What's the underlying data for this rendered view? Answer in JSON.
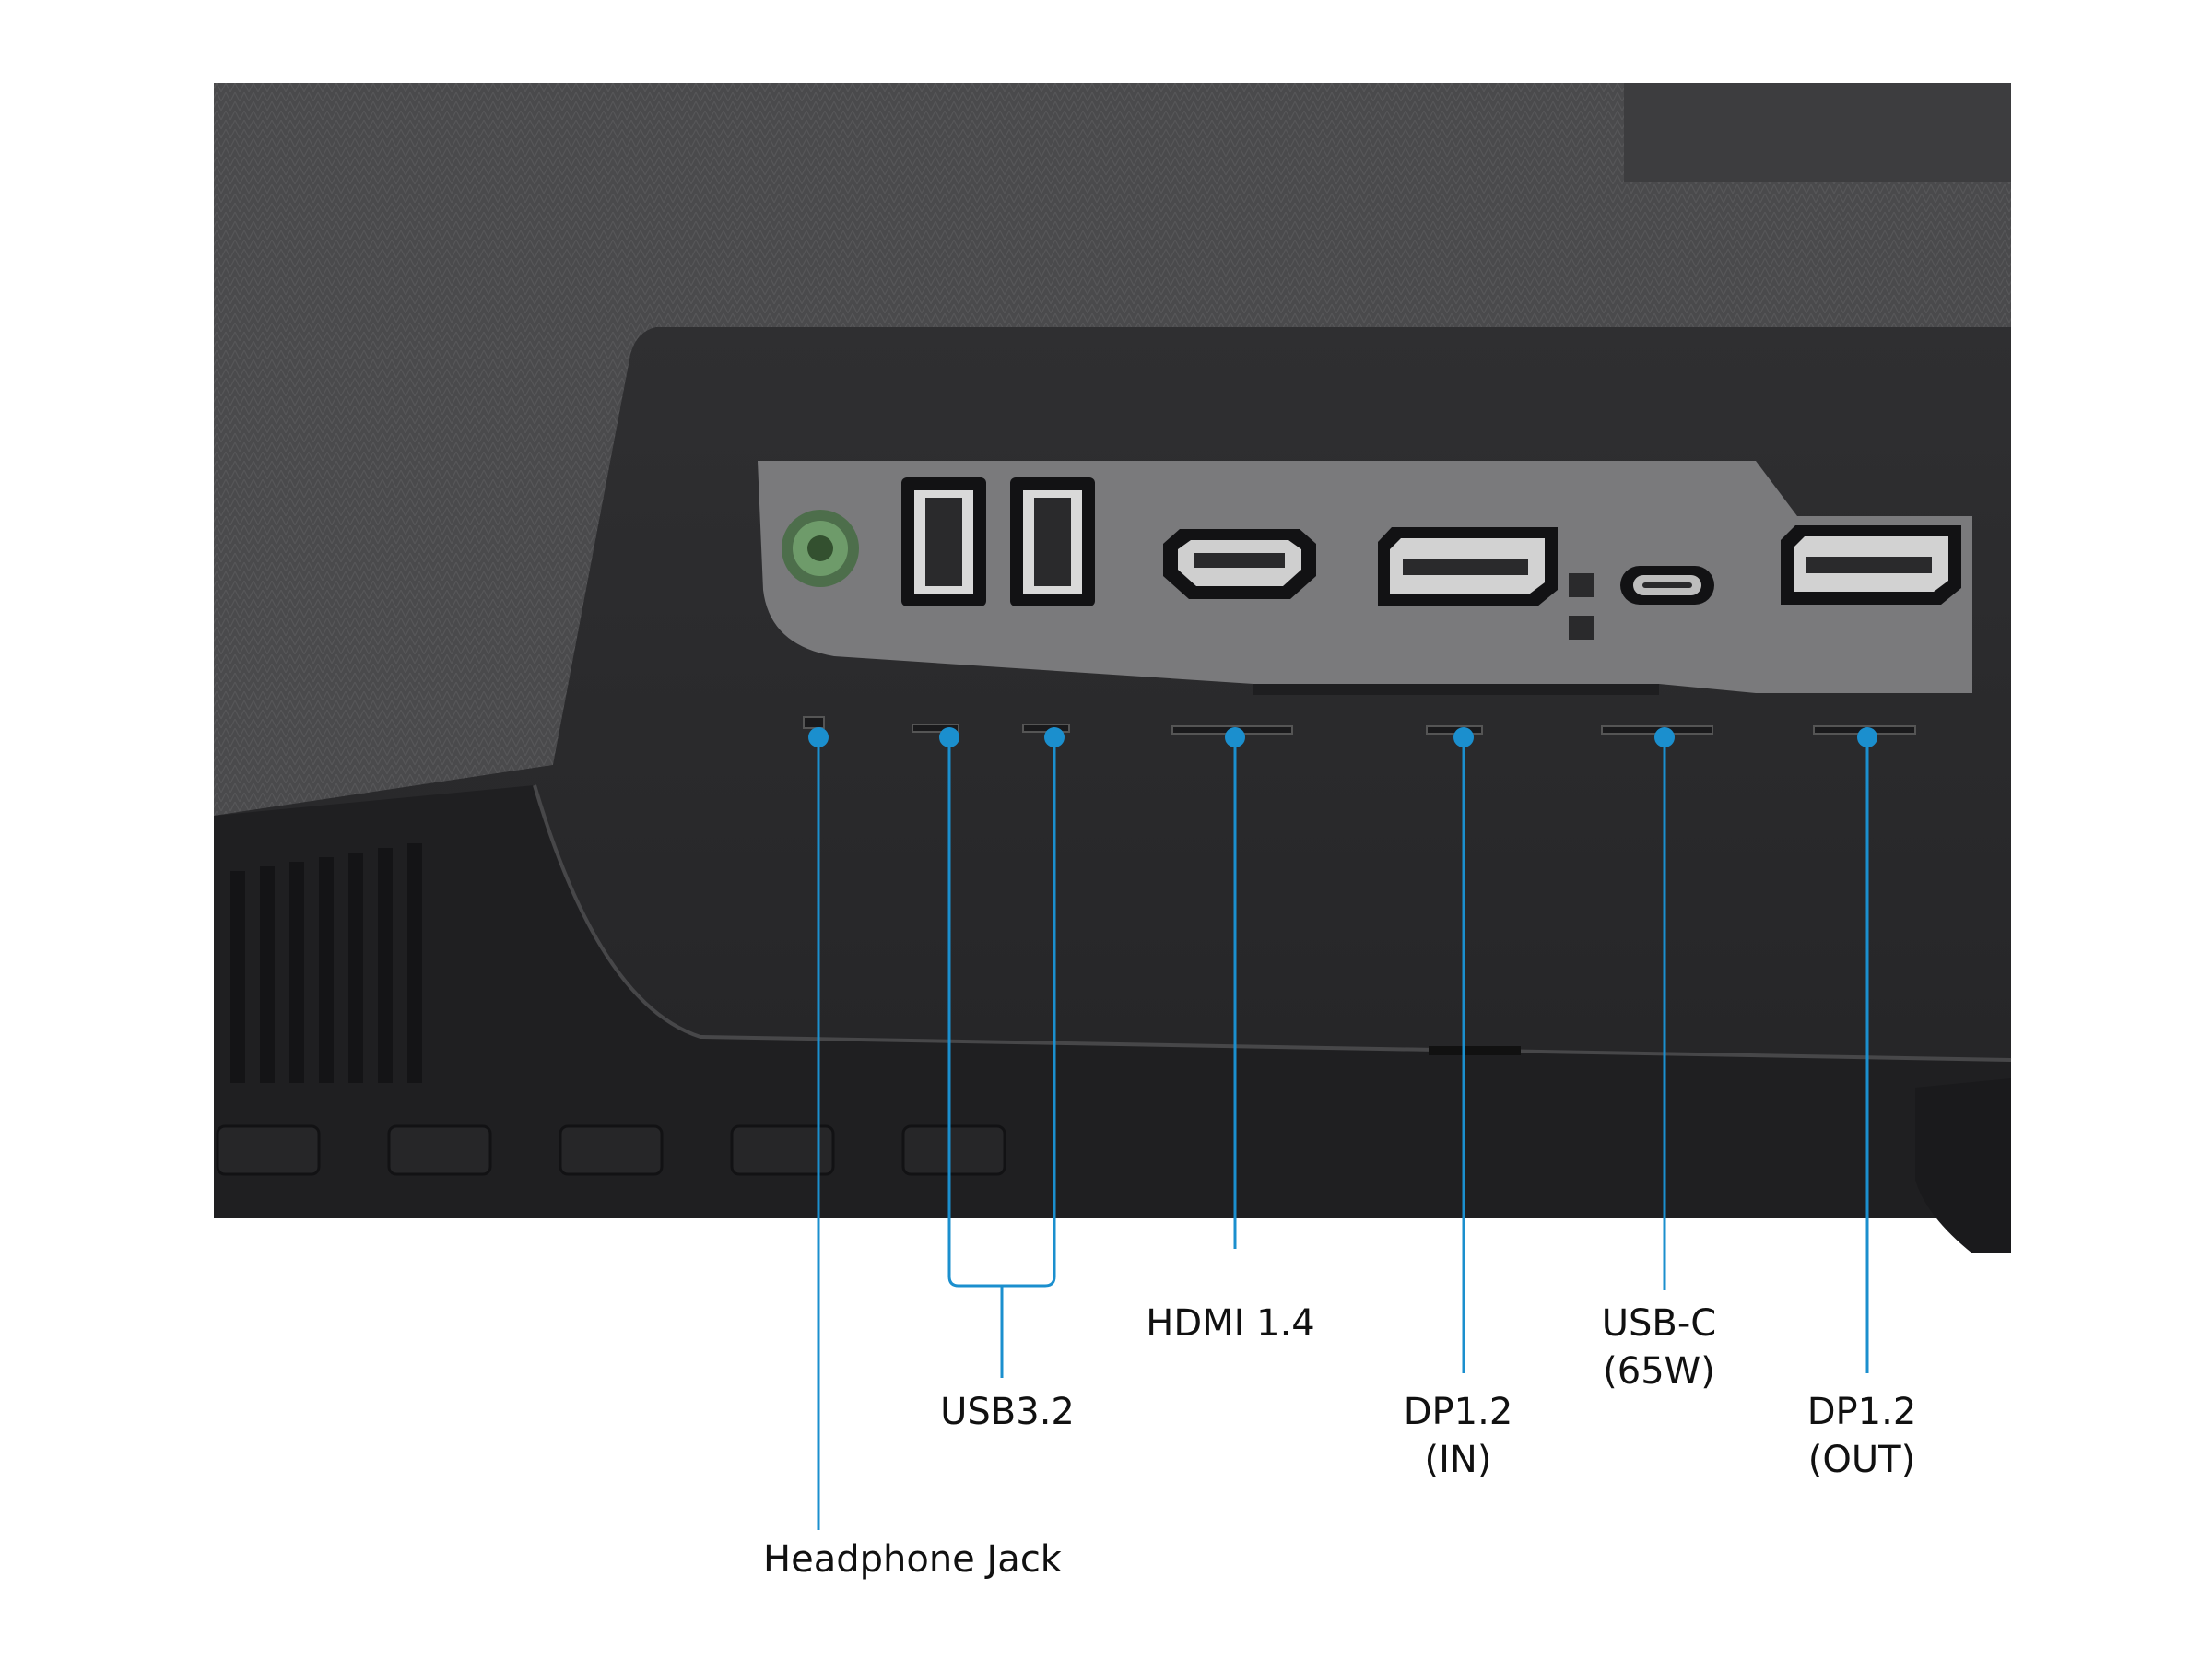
{
  "labels": {
    "headphone": "Headphone Jack",
    "usb": "USB3.2",
    "hdmi": "HDMI 1.4",
    "dp_in_line1": "DP1.2",
    "dp_in_line2": "(IN)",
    "usbc_line1": "USB-C",
    "usbc_line2": "(65W)",
    "dp_out_line1": "DP1.2",
    "dp_out_line2": "(OUT)"
  },
  "colors": {
    "callout": "#1b8fce",
    "panel": "#7a7a7c",
    "housing": "#3a3a3c",
    "jack": "#5e8c5c"
  }
}
